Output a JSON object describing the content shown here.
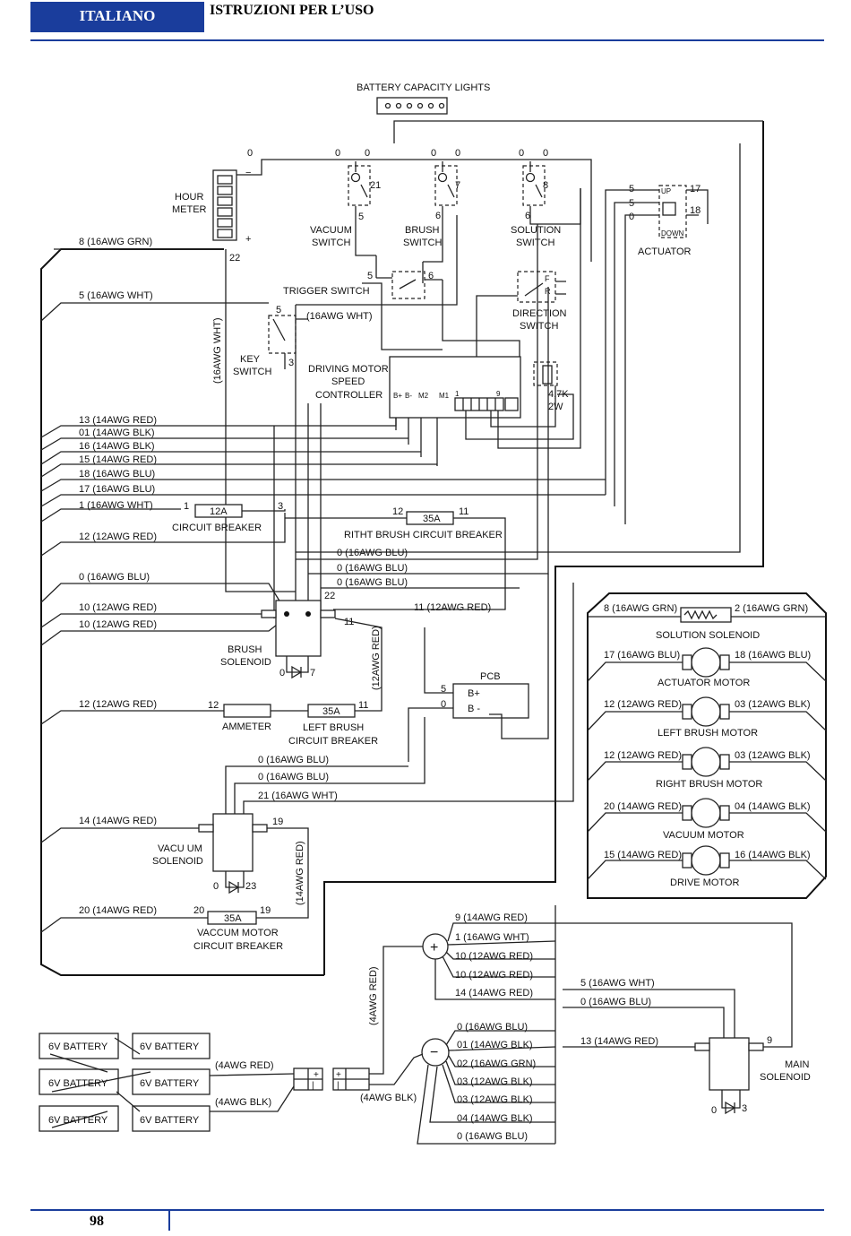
{
  "header": {
    "language": "ITALIANO",
    "title": "ISTRUZIONI PER L’USO"
  },
  "footer": {
    "page_number": "98"
  },
  "components": {
    "battery_capacity_lights": "BATTERY CAPACITY LIGHTS",
    "hour_meter": [
      "HOUR",
      "METER"
    ],
    "vacuum_switch": [
      "VACUUM",
      "SWITCH"
    ],
    "brush_switch": [
      "BRUSH",
      "SWITCH"
    ],
    "solution_switch": [
      "SOLUTION",
      "SWITCH"
    ],
    "actuator": "ACTUATOR",
    "actuator_up": "UP",
    "actuator_down": "DOWN",
    "trigger_switch": "TRIGGER SWITCH",
    "direction_switch": [
      "DIRECTION",
      "SWITCH"
    ],
    "direction_f": "F",
    "direction_r": "R",
    "key_switch": [
      "KEY",
      "SWITCH"
    ],
    "driving_motor_controller": [
      "DRIVING MOTOR",
      "SPEED",
      "CONTROLLER"
    ],
    "controller_terminals": [
      "B+",
      "B-",
      "M2",
      "M1",
      "1",
      "9"
    ],
    "resistor": [
      "4,7K",
      "2W"
    ],
    "circuit_breaker": "CIRCUIT BREAKER",
    "cb_12a": "12A",
    "right_brush_cb": "RITHT BRUSH CIRCUIT BREAKER",
    "cb_35a": "35A",
    "brush_solenoid": [
      "BRUSH",
      "SOLENOID"
    ],
    "pcb": "PCB",
    "pcb_bplus": "B+",
    "pcb_bminus": "B -",
    "ammeter": "AMMETER",
    "left_brush_cb": [
      "LEFT BRUSH",
      "CIRCUIT BREAKER"
    ],
    "vacuum_solenoid": [
      "VACU UM",
      "SOLENOID"
    ],
    "vacuum_motor_cb": [
      "VACCUM MOTOR",
      "CIRCUIT BREAKER"
    ],
    "solution_solenoid": "SOLUTION SOLENOID",
    "actuator_motor": "ACTUATOR MOTOR",
    "left_brush_motor": "LEFT BRUSH MOTOR",
    "right_brush_motor": "RIGHT BRUSH MOTOR",
    "vacuum_motor": "VACUUM MOTOR",
    "drive_motor": "DRIVE MOTOR",
    "main_solenoid": [
      "MAIN",
      "SOLENOID"
    ],
    "battery": "6V BATTERY"
  },
  "left_wires": [
    "8 (16AWG GRN)",
    "5 (16AWG WHT)",
    "13 (14AWG RED)",
    "01 (14AWG BLK)",
    "16 (14AWG BLK)",
    "15 (14AWG RED)",
    "18 (16AWG BLU)",
    "17 (16AWG BLU)",
    "1 (16AWG WHT)",
    "12 (12AWG RED)",
    "0 (16AWG BLU)",
    "10 (12AWG RED)",
    "10 (12AWG RED)",
    "12 (12AWG RED)",
    "14 (14AWG RED)",
    "20 (14AWG RED)"
  ],
  "center_wires": {
    "key_wht": "(16AWG WHT)",
    "key_vertical": "(16AWG WHT)",
    "blu_0_a": "0  (16AWG BLU)",
    "blu_0_b": "0  (16AWG BLU)",
    "blu_0_c": "0  (16AWG BLU)",
    "red_11": "11 (12AWG RED)",
    "red_vertical": "(12AWG RED)",
    "vac_blu_a": "0   (16AWG BLU)",
    "vac_blu_b": "0   (16AWG BLU)",
    "vac_wht": "21  (16AWG WHT)",
    "vac_vertical": "(14AWG RED)",
    "batt_red": "(4AWG RED)",
    "batt_blk": "(4AWG BLK)",
    "batt_vertical": "(4AWG RED)",
    "batt_blk2": "(4AWG BLK)"
  },
  "motor_wires": [
    {
      "left": "8 (16AWG GRN)",
      "right": "2 (16AWG GRN)"
    },
    {
      "left": "17 (16AWG BLU)",
      "right": "18 (16AWG BLU)"
    },
    {
      "left": "12 (12AWG RED)",
      "right": "03 (12AWG BLK)"
    },
    {
      "left": "12 (12AWG RED)",
      "right": "03 (12AWG BLK)"
    },
    {
      "left": "20 (14AWG RED)",
      "right": "04 (14AWG BLK)"
    },
    {
      "left": "15 (14AWG RED)",
      "right": "16 (14AWG BLK)"
    }
  ],
  "plus_terminal_wires": [
    "9 (14AWG RED)",
    "1 (16AWG WHT)",
    "10 (12AWG RED)",
    "10 (12AWG RED)",
    "14 (14AWG RED)"
  ],
  "minus_terminal_wires": [
    "0  (16AWG BLU)",
    "01 (14AWG BLK)",
    "02 (16AWG GRN)",
    "03 (12AWG BLK)",
    "03 (12AWG BLK)",
    "04 (14AWG BLK)",
    "0  (16AWG BLU)"
  ],
  "main_solenoid_wires": [
    "5 (16AWG WHT)",
    "0 (16AWG BLU)",
    "13 (14AWG RED)"
  ],
  "terminal_numbers": {
    "n0": "0",
    "n1": "1",
    "n2": "2",
    "n3": "3",
    "n5": "5",
    "n6": "6",
    "n7": "7",
    "n8": "8",
    "n9": "9",
    "n11": "11",
    "n12": "12",
    "n17": "17",
    "n18": "18",
    "n19": "19",
    "n20": "20",
    "n21": "21",
    "n22": "22",
    "n23": "23",
    "plus": "+",
    "minus": "−"
  }
}
